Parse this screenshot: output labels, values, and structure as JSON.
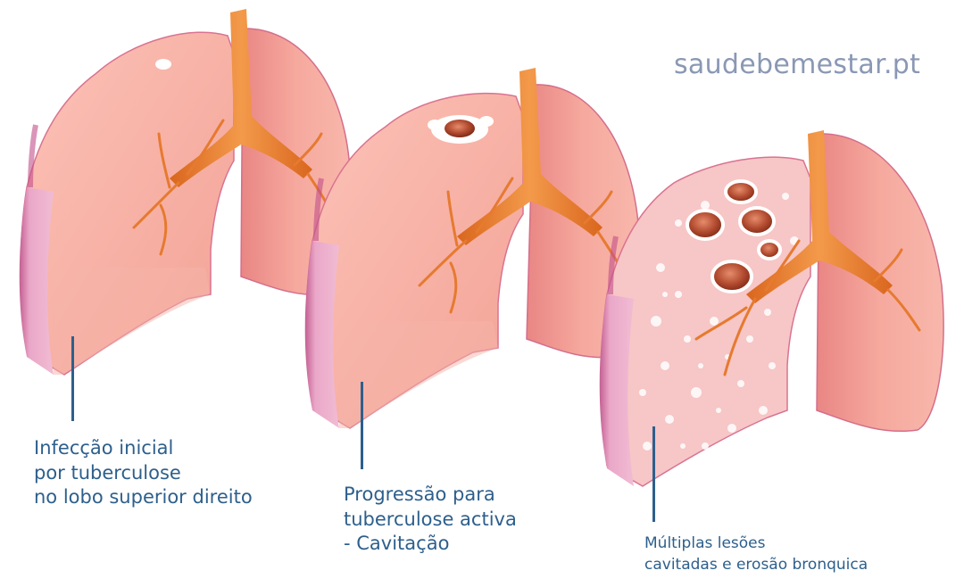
{
  "watermark": "saudebemestar.pt",
  "stages": [
    {
      "lines": [
        "Infecção inicial",
        "por tuberculose",
        "no lobo superior direito"
      ]
    },
    {
      "lines": [
        "Progressão para",
        "tuberculose activa",
        "- Cavitação"
      ]
    },
    {
      "lines": [
        "Múltiplas lesões",
        "cavitadas e erosão bronquica"
      ]
    }
  ],
  "colors": {
    "lung": "#f8b0a4",
    "lung_dark": "#ef8f8e",
    "lung_edge": "#cf6c92",
    "cut_face": "#e6a0c2",
    "bronchus": "#f08a3c",
    "label": "#2d5f8c",
    "watermark": "#8a98b4"
  }
}
